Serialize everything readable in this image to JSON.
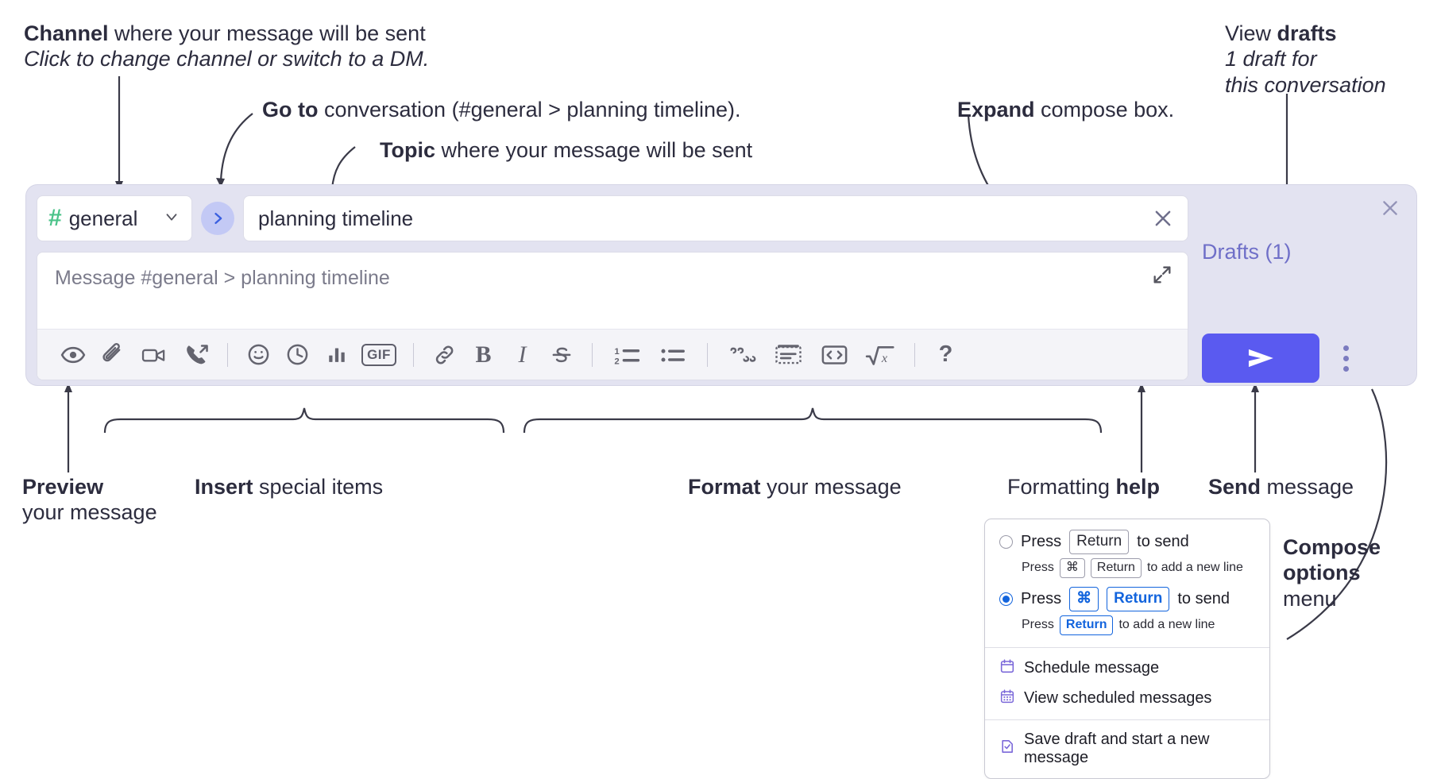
{
  "annotations": {
    "channel": {
      "bold": "Channel",
      "rest": " where your message will be sent",
      "italic": "Click to change channel or switch to a DM."
    },
    "goto": {
      "bold": "Go to",
      "rest": " conversation (#general > planning timeline)."
    },
    "topic": {
      "bold": "Topic",
      "rest": " where your message will be sent"
    },
    "expand": {
      "bold": "Expand",
      "rest": " compose box."
    },
    "drafts": {
      "bold_prefix": "View ",
      "bold": "drafts",
      "italic_line1": "1 draft for",
      "italic_line2": "this conversation"
    },
    "preview": {
      "bold": "Preview",
      "line2": "your message"
    },
    "insert": {
      "bold": "Insert",
      "rest": " special items"
    },
    "format": {
      "bold": "Format",
      "rest": " your message"
    },
    "help": {
      "prefix": "Formatting ",
      "bold": "help"
    },
    "send": {
      "bold": "Send",
      "rest": " message"
    },
    "compose_options": {
      "line1": "Compose",
      "line2": "options",
      "line3": "menu"
    }
  },
  "compose": {
    "channel_chip": {
      "hash": "#",
      "name": "general",
      "chevron": "chevron-down"
    },
    "goto_button_label": "›",
    "topic_value": "planning timeline",
    "message_placeholder": "Message #general > planning timeline",
    "drafts_label": "Drafts (1)",
    "toolbar": [
      {
        "name": "preview-icon",
        "label": "Preview"
      },
      {
        "name": "attachment-icon",
        "label": "Attach file"
      },
      {
        "name": "video-icon",
        "label": "Record video clip"
      },
      {
        "name": "huddle-icon",
        "label": "Start huddle"
      },
      {
        "name": "separator",
        "label": ""
      },
      {
        "name": "emoji-icon",
        "label": "Emoji"
      },
      {
        "name": "clock-icon",
        "label": "Schedule"
      },
      {
        "name": "poll-icon",
        "label": "Poll"
      },
      {
        "name": "gif-icon",
        "label": "GIF"
      },
      {
        "name": "separator",
        "label": ""
      },
      {
        "name": "link-icon",
        "label": "Link"
      },
      {
        "name": "bold-icon",
        "label": "B"
      },
      {
        "name": "italic-icon",
        "label": "I"
      },
      {
        "name": "strikethrough-icon",
        "label": "S"
      },
      {
        "name": "separator",
        "label": ""
      },
      {
        "name": "ordered-list-icon",
        "label": "Ordered list"
      },
      {
        "name": "bulleted-list-icon",
        "label": "Bulleted list"
      },
      {
        "name": "separator",
        "label": ""
      },
      {
        "name": "blockquote-icon",
        "label": "Blockquote"
      },
      {
        "name": "code-block-icon",
        "label": "Code block"
      },
      {
        "name": "code-icon",
        "label": "Code"
      },
      {
        "name": "math-icon",
        "label": "Math"
      },
      {
        "name": "separator",
        "label": ""
      },
      {
        "name": "help-icon",
        "label": "?"
      }
    ]
  },
  "options_menu": {
    "option1": {
      "pre": "Press",
      "key": "Return",
      "post": "to send",
      "selected": false,
      "sub_pre": "Press",
      "sub_key1": "⌘",
      "sub_key2": "Return",
      "sub_post": "to add a new line"
    },
    "option2": {
      "pre": "Press",
      "key1": "⌘",
      "key2": "Return",
      "post": "to send",
      "selected": true,
      "sub_pre": "Press",
      "sub_key": "Return",
      "sub_post": "to add a new line"
    },
    "items": [
      {
        "icon": "calendar-icon",
        "label": "Schedule message"
      },
      {
        "icon": "calendar-grid-icon",
        "label": "View scheduled messages"
      },
      {
        "icon": "save-draft-icon",
        "label": "Save draft and start a new message"
      }
    ]
  },
  "colors": {
    "panel_bg": "#e3e3f1",
    "send_button": "#5a5af0",
    "drafts_text": "#6f6fc8",
    "hash_green": "#4cc38a",
    "goto_bg": "#c3c9f5",
    "radio_blue": "#1264dd",
    "menu_icon_purple": "#7b68d9"
  }
}
